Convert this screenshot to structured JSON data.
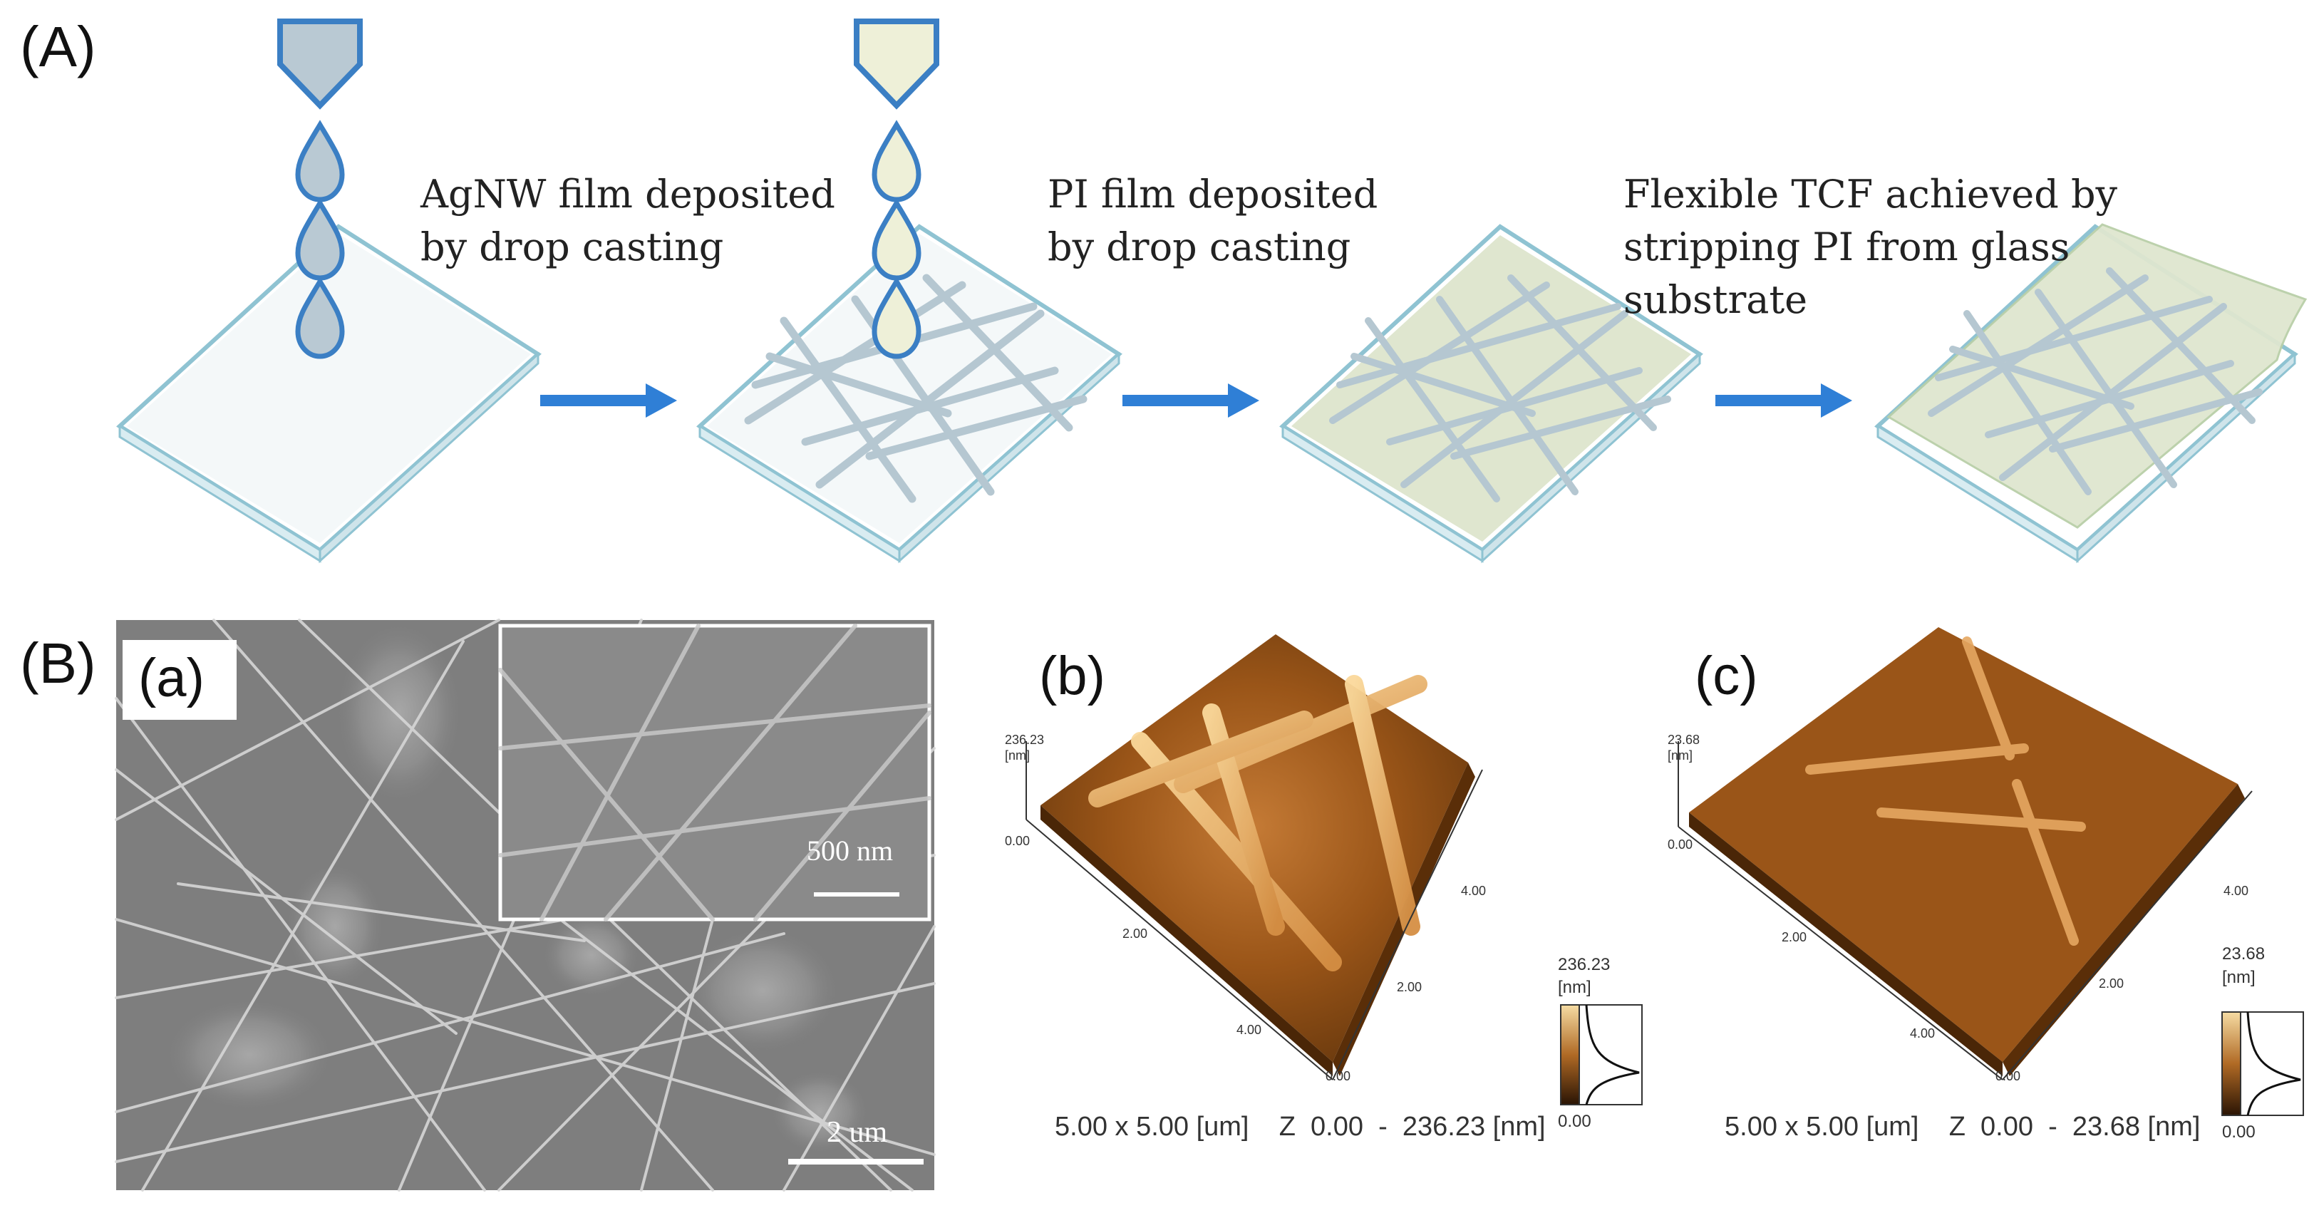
{
  "panels": {
    "A": "(A)",
    "B": "(B)"
  },
  "steps": [
    {
      "caption": "AgNW film deposited\nby drop casting"
    },
    {
      "caption": "PI film deposited\nby drop casting"
    },
    {
      "caption": "Flexible TCF achieved by\nstripping PI from glass\nsubstrate"
    }
  ],
  "sem": {
    "label": "(a)",
    "inset_scale": "500 nm",
    "main_scale": "2 um"
  },
  "afm": [
    {
      "label": "(b)",
      "axis_max": "236.23",
      "axis_unit": "[nm]",
      "axis_zero": "0.00",
      "x_ticks": [
        "2.00",
        "4.00",
        "0.00"
      ],
      "y_ticks": [
        "2.00",
        "4.00"
      ],
      "cb_max": "236.23",
      "cb_unit": "[nm]",
      "cb_min": "0.00",
      "caption": "5.00 x 5.00 [um]    Z  0.00  -  236.23 [nm]"
    },
    {
      "label": "(c)",
      "axis_max": "23.68",
      "axis_unit": "[nm]",
      "axis_zero": "0.00",
      "x_ticks": [
        "2.00",
        "4.00",
        "0.00"
      ],
      "y_ticks": [
        "2.00",
        "4.00"
      ],
      "cb_max": "23.68",
      "cb_unit": "[nm]",
      "cb_min": "0.00",
      "caption": "5.00 x 5.00 [um]    Z  0.00  -  23.68 [nm]"
    }
  ],
  "colors": {
    "arrow": "#2f7fd6",
    "drop_agnw": "#b9c9d3",
    "drop_pi": "#eef0d8",
    "outline": "#3b7fc4",
    "substrate": "#f4f8f9",
    "pi_film": "#dfe6cf",
    "wire": "#b5c7d1",
    "sem_bg": "#7e7e7e",
    "afm_dark": "#5a2e08",
    "afm_mid": "#b86b26",
    "afm_light": "#f5cf8f"
  }
}
